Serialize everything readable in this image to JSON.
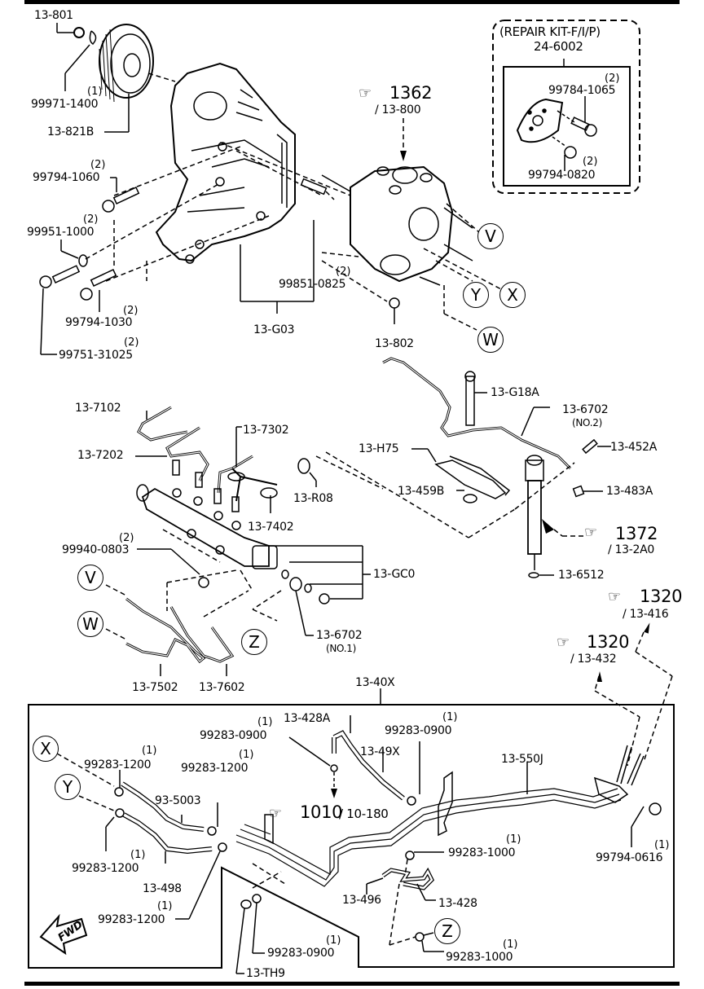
{
  "diagram": {
    "type": "exploded-parts-diagram",
    "subject": "Fuel injection pump and fuel lines"
  },
  "repair_kit": {
    "title": "(REPAIR KIT-F/I/P)",
    "part_no": "24-6002",
    "items": [
      {
        "part": "99784-1065",
        "qty": "(2)"
      },
      {
        "part": "99794-0820",
        "qty": "(2)"
      }
    ]
  },
  "references": [
    {
      "page": "1362",
      "sub": "/ 13-800"
    },
    {
      "page": "1372",
      "sub": "/ 13-2A0"
    },
    {
      "page": "1320",
      "sub": "/ 13-416"
    },
    {
      "page": "1320",
      "sub": "/ 13-432"
    },
    {
      "page": "1010",
      "sub": "/ 10-180"
    }
  ],
  "connectors": [
    "V",
    "W",
    "X",
    "Y",
    "Z"
  ],
  "upper_parts": [
    {
      "part": "13-801",
      "qty": ""
    },
    {
      "part": "99971-1400",
      "qty": "(1)"
    },
    {
      "part": "13-821B",
      "qty": ""
    },
    {
      "part": "99794-1060",
      "qty": "(2)"
    },
    {
      "part": "99951-1000",
      "qty": "(2)"
    },
    {
      "part": "99794-1030",
      "qty": "(2)"
    },
    {
      "part": "99751-31025",
      "qty": "(2)"
    },
    {
      "part": "99851-0825",
      "qty": "(2)"
    },
    {
      "part": "13-G03",
      "qty": ""
    },
    {
      "part": "13-802",
      "qty": ""
    }
  ],
  "middle_parts": [
    {
      "part": "13-G18A",
      "qty": ""
    },
    {
      "part": "13-6702",
      "qty": "(NO.2)"
    },
    {
      "part": "13-H75",
      "qty": ""
    },
    {
      "part": "13-452A",
      "qty": ""
    },
    {
      "part": "13-459B",
      "qty": ""
    },
    {
      "part": "13-483A",
      "qty": ""
    },
    {
      "part": "13-6512",
      "qty": ""
    },
    {
      "part": "13-7102",
      "qty": ""
    },
    {
      "part": "13-7202",
      "qty": ""
    },
    {
      "part": "13-7302",
      "qty": ""
    },
    {
      "part": "13-R08",
      "qty": ""
    },
    {
      "part": "13-7402",
      "qty": ""
    },
    {
      "part": "99940-0803",
      "qty": "(2)"
    },
    {
      "part": "13-GC0",
      "qty": ""
    },
    {
      "part": "13-6702",
      "qty": "(NO.1)"
    },
    {
      "part": "13-7502",
      "qty": ""
    },
    {
      "part": "13-7602",
      "qty": ""
    }
  ],
  "lower_box": {
    "label": "13-40X",
    "parts": [
      {
        "part": "13-428A",
        "qty": ""
      },
      {
        "part": "99283-0900",
        "qty": "(1)"
      },
      {
        "part": "99283-0900",
        "qty": "(1)"
      },
      {
        "part": "13-49X",
        "qty": ""
      },
      {
        "part": "99283-1200",
        "qty": "(1)"
      },
      {
        "part": "99283-1200",
        "qty": "(1)"
      },
      {
        "part": "93-5003",
        "qty": ""
      },
      {
        "part": "13-550J",
        "qty": ""
      },
      {
        "part": "99283-1200",
        "qty": "(1)"
      },
      {
        "part": "13-498",
        "qty": ""
      },
      {
        "part": "99283-1200",
        "qty": "(1)"
      },
      {
        "part": "99283-1000",
        "qty": "(1)"
      },
      {
        "part": "99794-0616",
        "qty": "(1)"
      },
      {
        "part": "13-496",
        "qty": ""
      },
      {
        "part": "13-428",
        "qty": ""
      },
      {
        "part": "99283-0900",
        "qty": "(1)"
      },
      {
        "part": "99283-1000",
        "qty": "(1)"
      },
      {
        "part": "13-TH9",
        "qty": ""
      }
    ],
    "fwd_label": "FWD"
  }
}
